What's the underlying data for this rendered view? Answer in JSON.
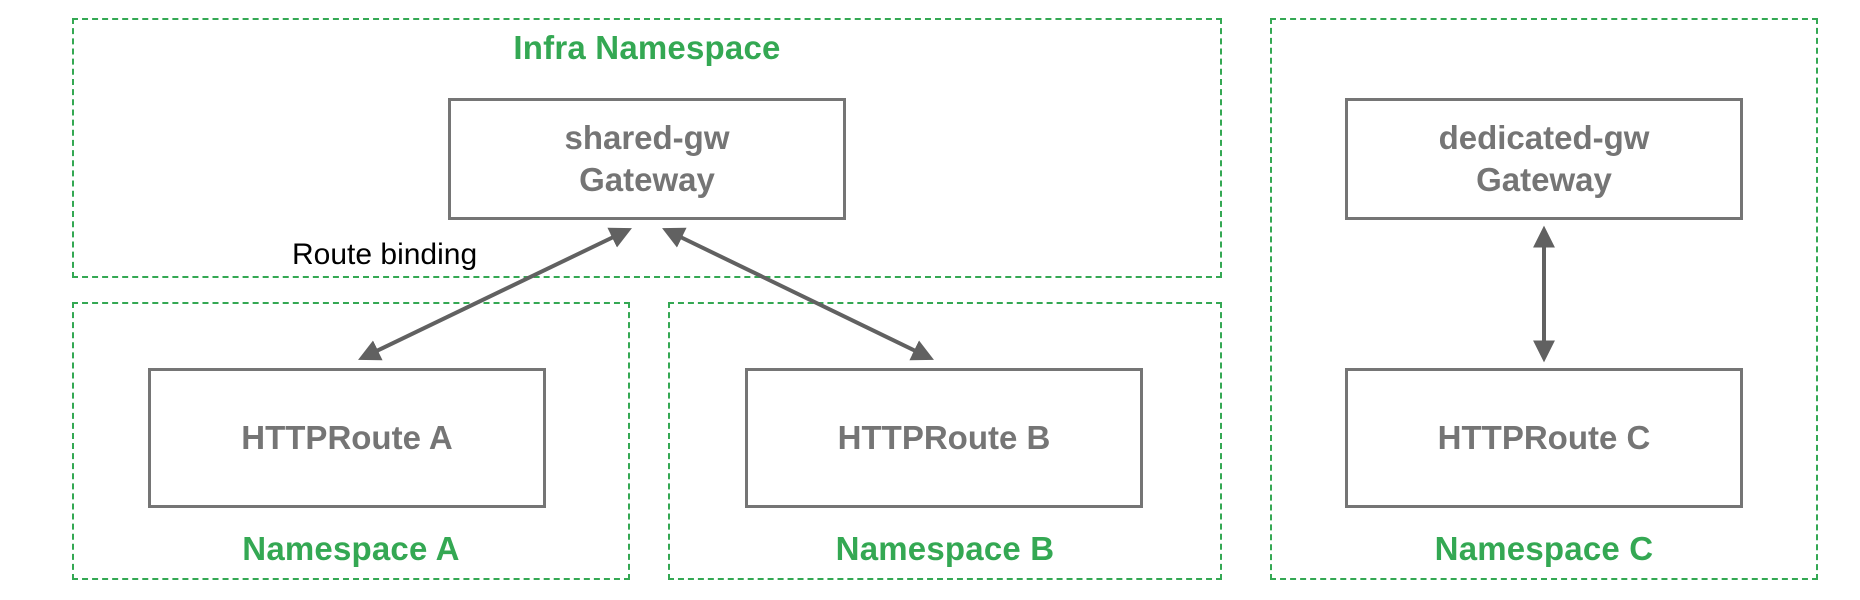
{
  "colors": {
    "namespace_green": "#34a853",
    "node_gray": "#757575",
    "arrow_gray": "#616161",
    "annotation_black": "#000000",
    "background": "#ffffff"
  },
  "namespaces": {
    "infra": {
      "label": "Infra Namespace"
    },
    "a": {
      "label": "Namespace A"
    },
    "b": {
      "label": "Namespace B"
    },
    "c": {
      "label": "Namespace C"
    }
  },
  "nodes": {
    "shared_gateway": {
      "line1": "shared-gw",
      "line2": "Gateway"
    },
    "dedicated_gateway": {
      "line1": "dedicated-gw",
      "line2": "Gateway"
    },
    "httproute_a": {
      "label": "HTTPRoute A"
    },
    "httproute_b": {
      "label": "HTTPRoute B"
    },
    "httproute_c": {
      "label": "HTTPRoute C"
    }
  },
  "annotations": {
    "route_binding": "Route binding"
  },
  "arrows": [
    {
      "from": "httproute_a",
      "to": "shared_gateway",
      "bidirectional": true,
      "label": "Route binding"
    },
    {
      "from": "httproute_b",
      "to": "shared_gateway",
      "bidirectional": true
    },
    {
      "from": "httproute_c",
      "to": "dedicated_gateway",
      "bidirectional": true
    }
  ]
}
